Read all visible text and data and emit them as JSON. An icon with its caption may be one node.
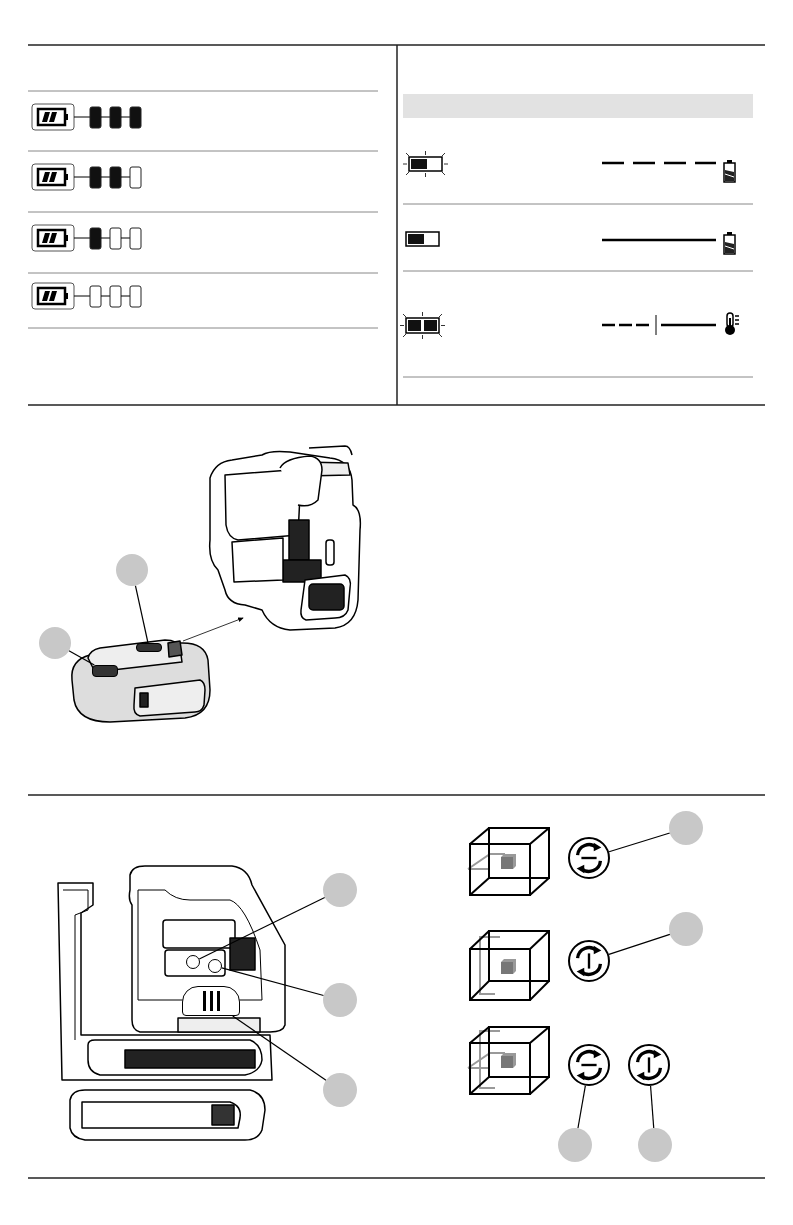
{
  "diagram": {
    "nodes": [
      {
        "text": [],
        "shape": "circle"
      },
      {
        "text": [],
        "shape": "circle"
      },
      {
        "text": [],
        "shape": "circle"
      },
      {
        "text": [],
        "shape": "circle"
      },
      {
        "text": [],
        "shape": "circle"
      },
      {
        "text": [],
        "shape": "circle"
      },
      {
        "text": [],
        "shape": "circle"
      },
      {
        "text": [],
        "shape": "circle"
      },
      {
        "text": [],
        "shape": "circle"
      },
      {
        "text": [],
        "shape": "circle"
      },
      {
        "text": [],
        "shape": "circle"
      },
      {
        "text": [],
        "shape": "circle"
      },
      {
        "text": [],
        "shape": "circle"
      },
      {
        "text": [],
        "shape": "circle"
      },
      {
        "text": [],
        "shape": "circle"
      },
      {
        "text": [],
        "shape": "box"
      },
      {
        "text": [],
        "shape": "box"
      },
      {
        "text": [],
        "shape": "box"
      }
    ],
    "edges": [
      {
        "from": 0,
        "to": 15,
        "arrow": "none"
      },
      {
        "from": 1,
        "to": 16,
        "arrow": "none"
      },
      {
        "from": 4,
        "to": 2,
        "arrow": "none"
      },
      {
        "from": 5,
        "to": 3,
        "arrow": "none"
      },
      {
        "from": 6,
        "to": 17,
        "arrow": "none"
      },
      {
        "from": 8,
        "to": 7,
        "arrow": "none"
      },
      {
        "from": 10,
        "to": 9,
        "arrow": "none"
      },
      {
        "from": 13,
        "to": 11,
        "arrow": "none"
      },
      {
        "from": 14,
        "to": 12,
        "arrow": "none"
      }
    ]
  }
}
